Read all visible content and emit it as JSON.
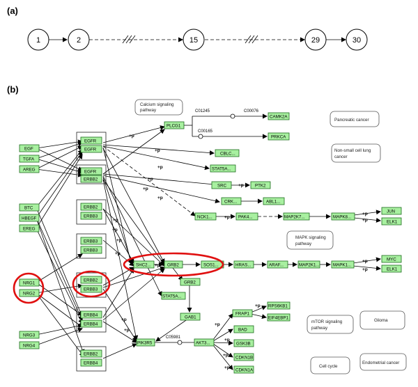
{
  "panel_labels": {
    "a": "(a)",
    "b": "(b)"
  },
  "chain": {
    "nodes": [
      "1",
      "2",
      "15",
      "29",
      "30"
    ]
  },
  "genes": {
    "egf": "EGF",
    "tgfa": "TGFA",
    "areg": "AREG",
    "btc": "BTC",
    "hbegf": "HBEGF",
    "ereg": "EREG",
    "nrg1": "NRG1",
    "nrg2": "NRG2",
    "nrg3": "NRG3",
    "nrg4": "NRG4",
    "egfr_a": "EGFR",
    "egfr_b": "EGFR",
    "egfr_c": "EGFR",
    "erbb2_c": "ERBB2",
    "erbb2_d": "ERBB2",
    "erbb3_d": "ERBB3",
    "erbb3_e1": "ERBB3",
    "erbb3_e2": "ERBB3",
    "erbb2_f": "ERBB2",
    "erbb3_f": "ERBB3",
    "erbb4_g1": "ERBB4",
    "erbb4_g2": "ERBB4",
    "erbb2_h": "ERBB2",
    "erbb4_h": "ERBB4",
    "plcg1": "PLCG1",
    "camk2a": "CAMK2A",
    "prkca": "PRKCA",
    "cblc": "CBLC...",
    "stat5a_top": "STAT5A...",
    "src": "SRC",
    "ptk2": "PTK2",
    "crk": "CRK...",
    "abl1": "ABL1...",
    "nck1": "NCK1...",
    "pak4": "PAK4...",
    "map2k7": "MAP2K7...",
    "mapk8": "MAPK8...",
    "jun": "JUN",
    "elk1_top": "ELK1",
    "shc2": "SHC2...",
    "grb2_top": "GRB2",
    "sos1": "SOS1...",
    "hras": "HRAS...",
    "araf": "ARAF...",
    "map2k1": "MAP2K1...",
    "mapk1": "MAPK1...",
    "myc": "MYC",
    "elk1_bottom": "ELK1",
    "grb2_bottom": "GRB2",
    "stat5a_bottom": "STAT5A...",
    "gab1": "GAB1",
    "pik3r5": "PIK3R5",
    "akt3": "AKT3...",
    "frap1": "FRAP1",
    "rps6kb1": "RPS6KB1",
    "eif4ebp1": "EIF4EBP1",
    "bad": "BAD",
    "gsk3b": "GSK3B",
    "cdkn1b": "CDKN1B",
    "cdkn1a": "CDKN1A"
  },
  "maps": {
    "calcium": [
      "Calcium signaling",
      "pathway"
    ],
    "pancreatic": [
      "Pancreatic cancer"
    ],
    "nsclc": [
      "Non-small cell lung",
      "cancer"
    ],
    "mapk": [
      "MAPK signaling",
      "pathway"
    ],
    "mtor": [
      "mTOR signaling",
      "pathway"
    ],
    "glioma": [
      "Glioma"
    ],
    "cellcycle": [
      "Cell cycle"
    ],
    "endometrial": [
      "Endometrial cancer"
    ]
  },
  "compounds": {
    "c01245": "C01245",
    "c00076": "C00076",
    "c00165": "C00165",
    "c05981": "C05981"
  },
  "relation_label": "+p",
  "colors": {
    "gene_fill": "#a8f0a0",
    "gene_stroke": "#1d6b1d",
    "highlight": "#e01010"
  }
}
